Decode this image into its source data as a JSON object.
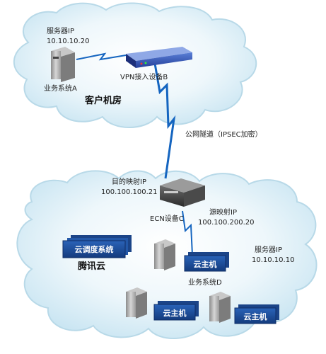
{
  "customer_room": {
    "title": "客户机房",
    "server_label": "服务器IP",
    "server_ip": "10.10.10.20",
    "system_label": "业务系统A",
    "vpn_label": "VPN接入设备B"
  },
  "tunnel_label": "公网隧道（IPSEC加密）",
  "tencent_cloud": {
    "title": "腾讯云",
    "dest_map_label": "目的映射IP",
    "dest_map_ip": "100.100.100.21",
    "ecn_label": "ECN设备C",
    "src_map_label": "源映射IP",
    "src_map_ip": "100.100.200.20",
    "server_label": "服务器IP",
    "server_ip": "10.10.10.10",
    "scheduler_label": "云调度系统",
    "cloud_host_label": "云主机",
    "system_label": "业务系统D"
  },
  "colors": {
    "cloud_fill": "#dbeef7",
    "box_fill": "#1f4e99",
    "link_blue": "#1565c0"
  }
}
